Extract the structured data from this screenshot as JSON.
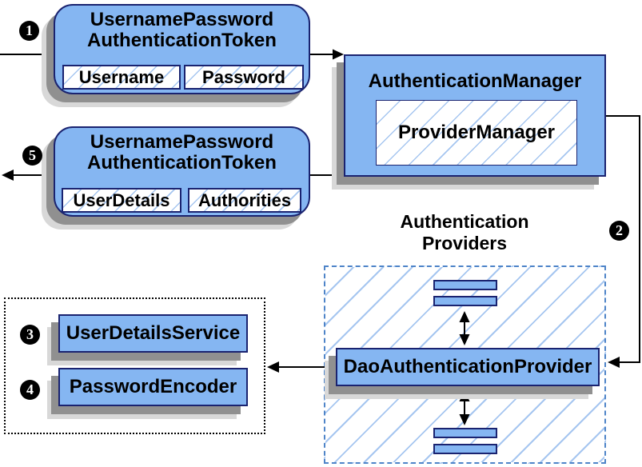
{
  "colors": {
    "box_fill": "#85b6f2",
    "box_border": "#1a2370",
    "hatch_line": "#a6c6f0",
    "dashed_border": "#4e84c8",
    "shadow_dark": "#909090",
    "shadow_light": "#d8d8d8",
    "arrow": "#000000",
    "badge_bg": "#000000",
    "badge_text": "#ffffff"
  },
  "badges": {
    "step1": "1",
    "step2": "2",
    "step3": "3",
    "step4": "4",
    "step5": "5"
  },
  "request_token": {
    "title_line1": "UsernamePassword",
    "title_line2": "AuthenticationToken",
    "field1": "Username",
    "field2": "Password"
  },
  "authentication_manager": {
    "title": "AuthenticationManager",
    "inner": "ProviderManager"
  },
  "result_token": {
    "title_line1": "UsernamePassword",
    "title_line2": "AuthenticationToken",
    "field1": "UserDetails",
    "field2": "Authorities"
  },
  "providers": {
    "heading_line1": "Authentication",
    "heading_line2": "Providers",
    "provider": "DaoAuthenticationProvider"
  },
  "services": {
    "user_details_service": "UserDetailsService",
    "password_encoder": "PasswordEncoder"
  }
}
